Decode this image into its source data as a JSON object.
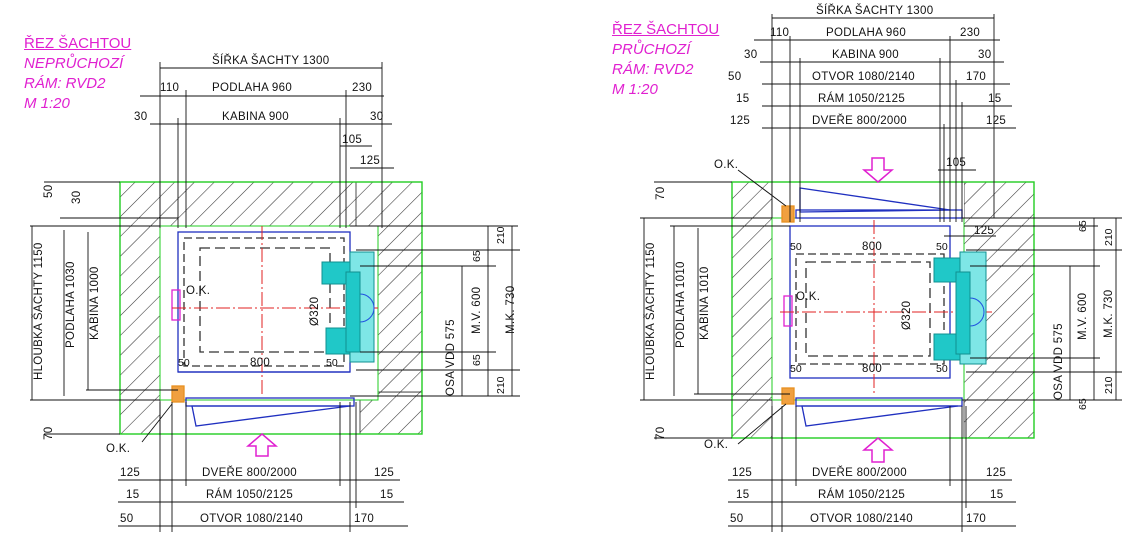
{
  "left": {
    "title": [
      "ŘEZ ŠACHTOU",
      "NEPRŮCHOZÍ",
      "RÁM: RVD2",
      "M 1:20"
    ],
    "top_dims": {
      "sirka_sachty": "ŠÍŘKA ŠACHTY 1300",
      "podlaha": "PODLAHA 960",
      "left_110": "110",
      "right_230": "230",
      "left_30": "30",
      "kabina": "KABINA 900",
      "right_30": "30",
      "d105": "105",
      "d125": "125"
    },
    "left_dims": {
      "hloubka": "HLOUBKA ŠACHTY 1150",
      "podlaha": "PODLAHA 1030",
      "kabina": "KABINA 1000",
      "d50": "50",
      "d30": "30",
      "d70": "70"
    },
    "right_dims": {
      "d210a": "210",
      "d65a": "65",
      "mv": "M.V. 600",
      "mk": "M.K. 730",
      "osa": "OSA VDD 575",
      "d65b": "65",
      "d210b": "210"
    },
    "inner": {
      "ok1": "O.K.",
      "dia": "Ø320",
      "w800": "800",
      "d50a": "50",
      "d50b": "50",
      "ok2": "O.K."
    },
    "bottom_dims": {
      "dvere": "DVEŘE 800/2000",
      "ram": "RÁM 1050/2125",
      "otvor": "OTVOR 1080/2140",
      "l125": "125",
      "r125": "125",
      "l15": "15",
      "r15": "15",
      "l50": "50",
      "r170": "170"
    }
  },
  "right": {
    "title": [
      "ŘEZ ŠACHTOU",
      "PRŮCHOZÍ",
      "RÁM: RVD2",
      "M 1:20"
    ],
    "top_dims": {
      "sirka_sachty": "ŠÍŘKA ŠACHTY 1300",
      "left_110": "110",
      "podlaha": "PODLAHA 960",
      "right_230": "230",
      "left_30": "30",
      "kabina": "KABINA 900",
      "right_30": "30",
      "left_50": "50",
      "otvor": "OTVOR 1080/2140",
      "right_170": "170",
      "left_15": "15",
      "ram": "RÁM 1050/2125",
      "right_15": "15",
      "left_125": "125",
      "dvere": "DVEŘE 800/2000",
      "right_125": "125",
      "d105": "105"
    },
    "left_dims": {
      "hloubka": "HLOUBKA ŠACHTY 1150",
      "podlaha": "PODLAHA 1010",
      "kabina": "KABINA 1010",
      "d70a": "70",
      "d70b": "70"
    },
    "right_dims": {
      "d65a": "65",
      "d210a": "210",
      "d125": "125",
      "mv": "M.V. 600",
      "mk": "M.K. 730",
      "osa": "OSA VDD 575",
      "d210b": "210",
      "d65b": "65"
    },
    "inner": {
      "ok_top": "O.K.",
      "d50a": "50",
      "w800a": "800",
      "d50b": "50",
      "ok1": "O.K.",
      "dia": "Ø320",
      "d50c": "50",
      "w800b": "800",
      "d50d": "50",
      "ok_bottom": "O.K."
    },
    "bottom_dims": {
      "dvere": "DVEŘE 800/2000",
      "ram": "RÁM 1050/2125",
      "otvor": "OTVOR 1080/2140",
      "l125": "125",
      "r125": "125",
      "l15": "15",
      "r15": "15",
      "l50": "50",
      "r170": "170"
    }
  },
  "colors": {
    "annotation": "#e020d0",
    "shaft_outline": "#22cc22",
    "car": "#2030c0",
    "machine": "#20c8c8",
    "axis": "#e02020",
    "frame": "#e89020",
    "ink": "#111111"
  }
}
